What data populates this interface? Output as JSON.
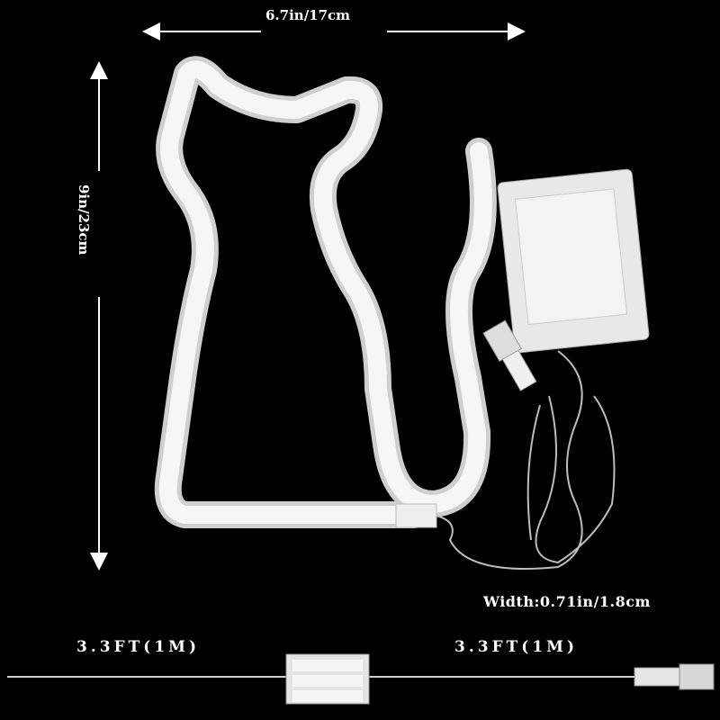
{
  "dimensions": {
    "length": "6.7in/17cm",
    "height": "9in/23cm",
    "width": "Width:0.71in/1.8cm"
  },
  "cables": {
    "left_length": "3.3FT(1M)",
    "right_length": "3.3FT(1M)"
  },
  "colors": {
    "background": "#000000",
    "neon": "#f4f4f2",
    "text": "#ffffff"
  }
}
